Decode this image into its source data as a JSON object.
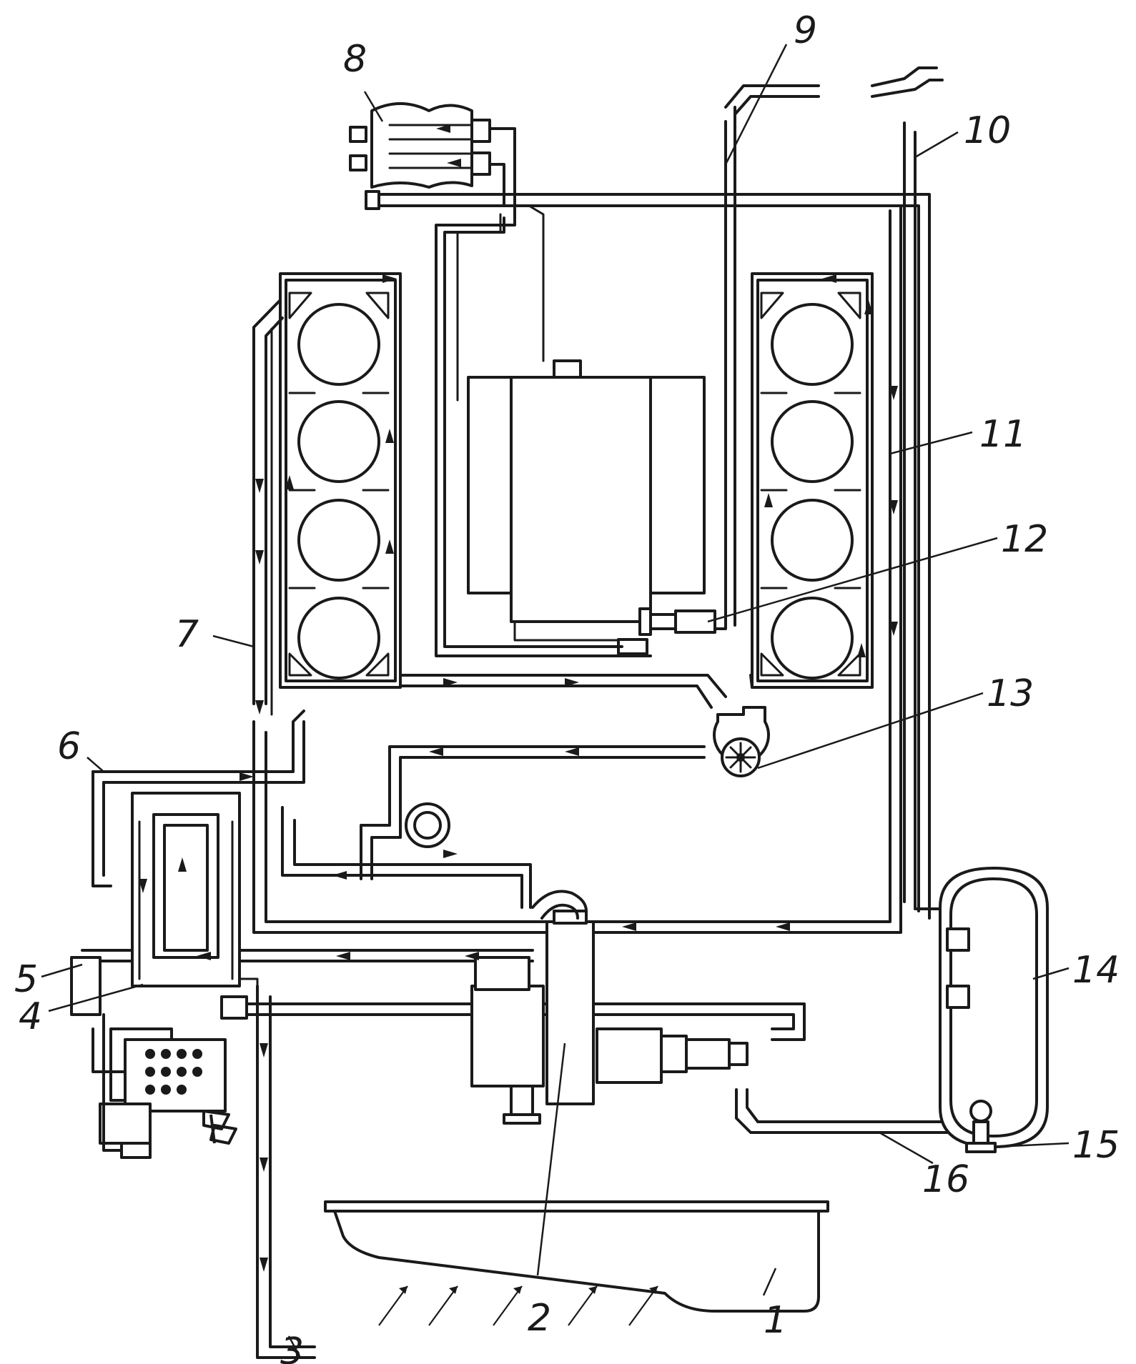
{
  "callouts": {
    "c1": "1",
    "c2": "2",
    "c3": "3",
    "c4": "4",
    "c5": "5",
    "c6": "6",
    "c7": "7",
    "c8": "8",
    "c9": "9",
    "c10": "10",
    "c11": "11",
    "c12": "12",
    "c13": "13",
    "c14": "14",
    "c15": "15",
    "c16": "16"
  },
  "colors": {
    "ink": "#1a1a1a",
    "paper": "#ffffff"
  }
}
